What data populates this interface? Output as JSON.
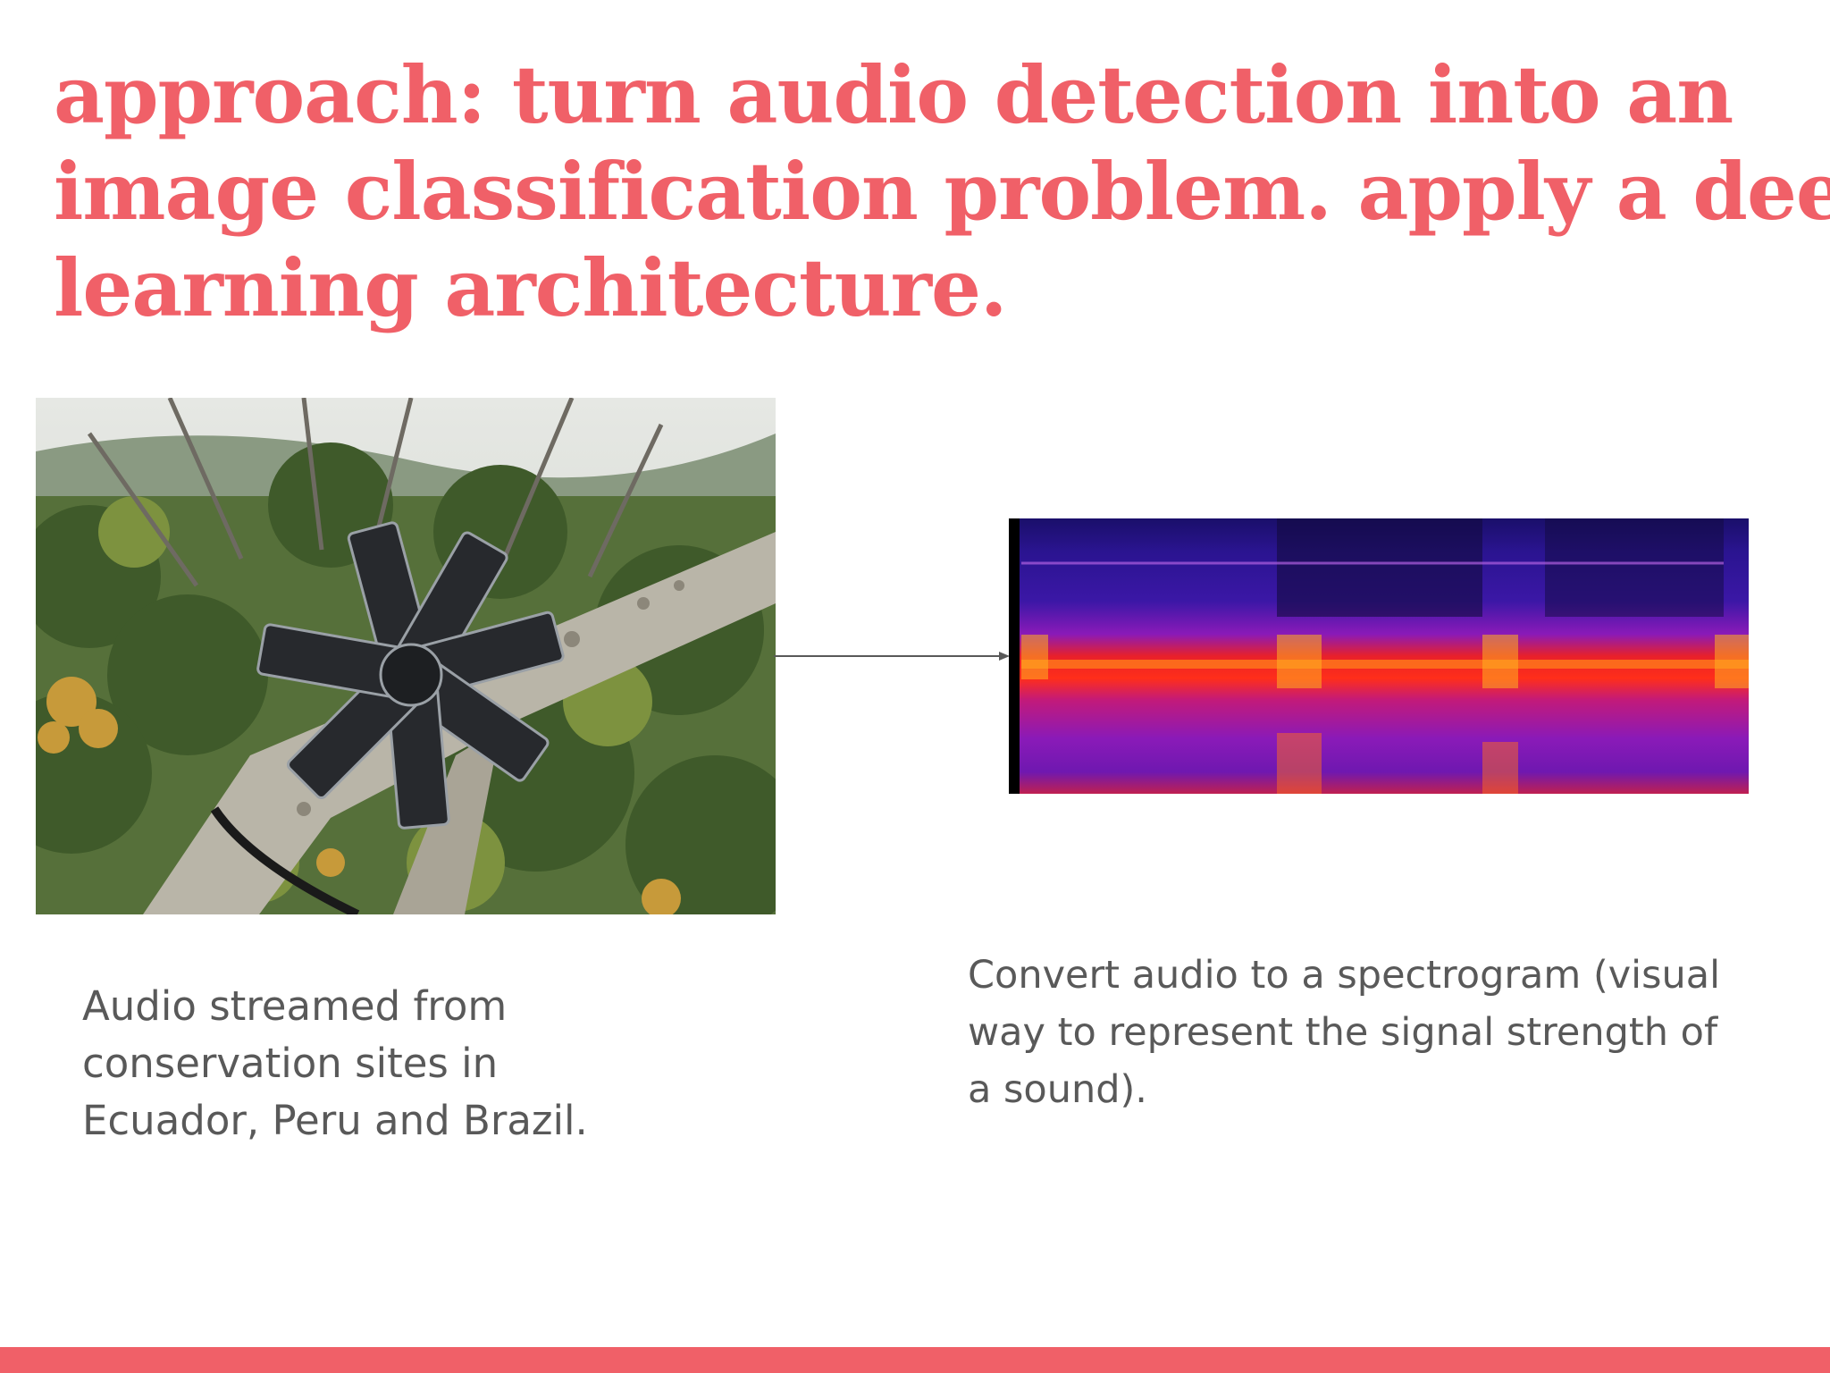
{
  "slide": {
    "accent_color": "#f06068",
    "title_lines": [
      "approach: turn audio detection into an",
      "image classification problem. apply a deep",
      "learning architecture."
    ],
    "photo": {
      "icon": "solar-panel-recorder-in-tree-photo"
    },
    "spectrogram": {
      "icon": "spectrogram-image"
    },
    "caption_left_lines": [
      "Audio streamed from",
      "conservation sites in",
      "Ecuador, Peru and Brazil."
    ],
    "caption_right_lines": [
      "Convert audio to a spectrogram (visual",
      "way to represent the signal strength of",
      "a sound)."
    ]
  }
}
